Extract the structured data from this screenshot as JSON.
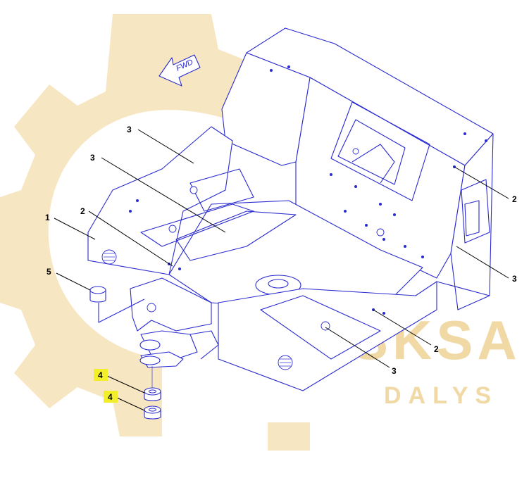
{
  "watermark": {
    "brand": "GASKSA",
    "tagline": "DALYS",
    "color": "#f7e6c2"
  },
  "direction_label": "FWD",
  "callouts": [
    {
      "id": "c3a",
      "label": "3"
    },
    {
      "id": "c3b",
      "label": "3"
    },
    {
      "id": "c1",
      "label": "1"
    },
    {
      "id": "c2a",
      "label": "2"
    },
    {
      "id": "c5",
      "label": "5"
    },
    {
      "id": "c4a",
      "label": "4",
      "highlighted": true
    },
    {
      "id": "c4b",
      "label": "4",
      "highlighted": true
    },
    {
      "id": "c2b",
      "label": "2"
    },
    {
      "id": "c3c",
      "label": "3"
    },
    {
      "id": "c2c",
      "label": "2"
    },
    {
      "id": "c3d",
      "label": "3"
    }
  ],
  "colors": {
    "line": "#2a2ad0",
    "highlight": "#f2ee2a"
  }
}
